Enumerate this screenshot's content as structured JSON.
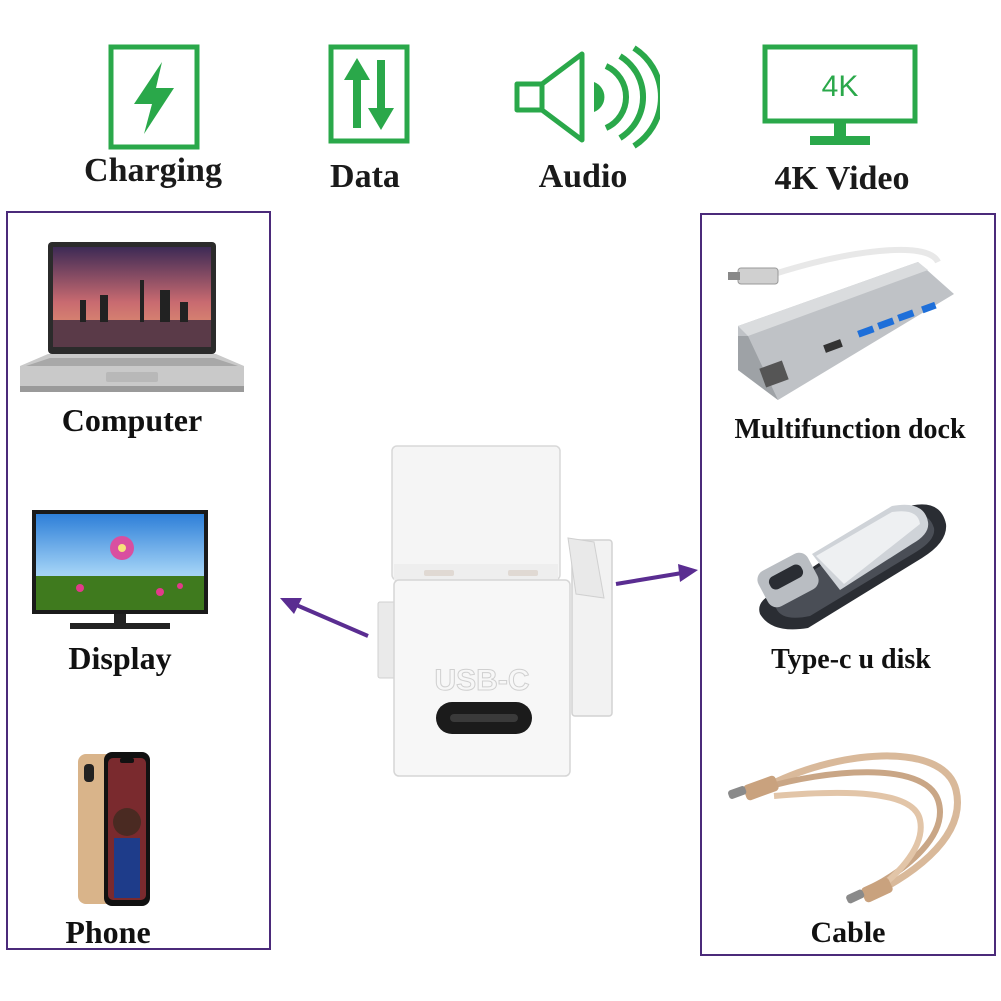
{
  "features": [
    {
      "icon": "lightning-bolt-icon",
      "label": "Charging"
    },
    {
      "icon": "up-down-arrows-icon",
      "label": "Data"
    },
    {
      "icon": "speaker-icon",
      "label": "Audio"
    },
    {
      "icon": "monitor-4k-icon",
      "label": "4K Video",
      "badge": "4K"
    }
  ],
  "left_devices": [
    {
      "label": "Computer"
    },
    {
      "label": "Display"
    },
    {
      "label": "Phone"
    }
  ],
  "right_devices": [
    {
      "label": "Multifunction dock"
    },
    {
      "label": "Type-c u disk"
    },
    {
      "label": "Cable"
    }
  ],
  "product": {
    "port_label": "USB-C"
  },
  "colors": {
    "feature_green": "#2aa84a",
    "panel_border": "#4b2a7a",
    "arrow": "#5a2d91"
  }
}
